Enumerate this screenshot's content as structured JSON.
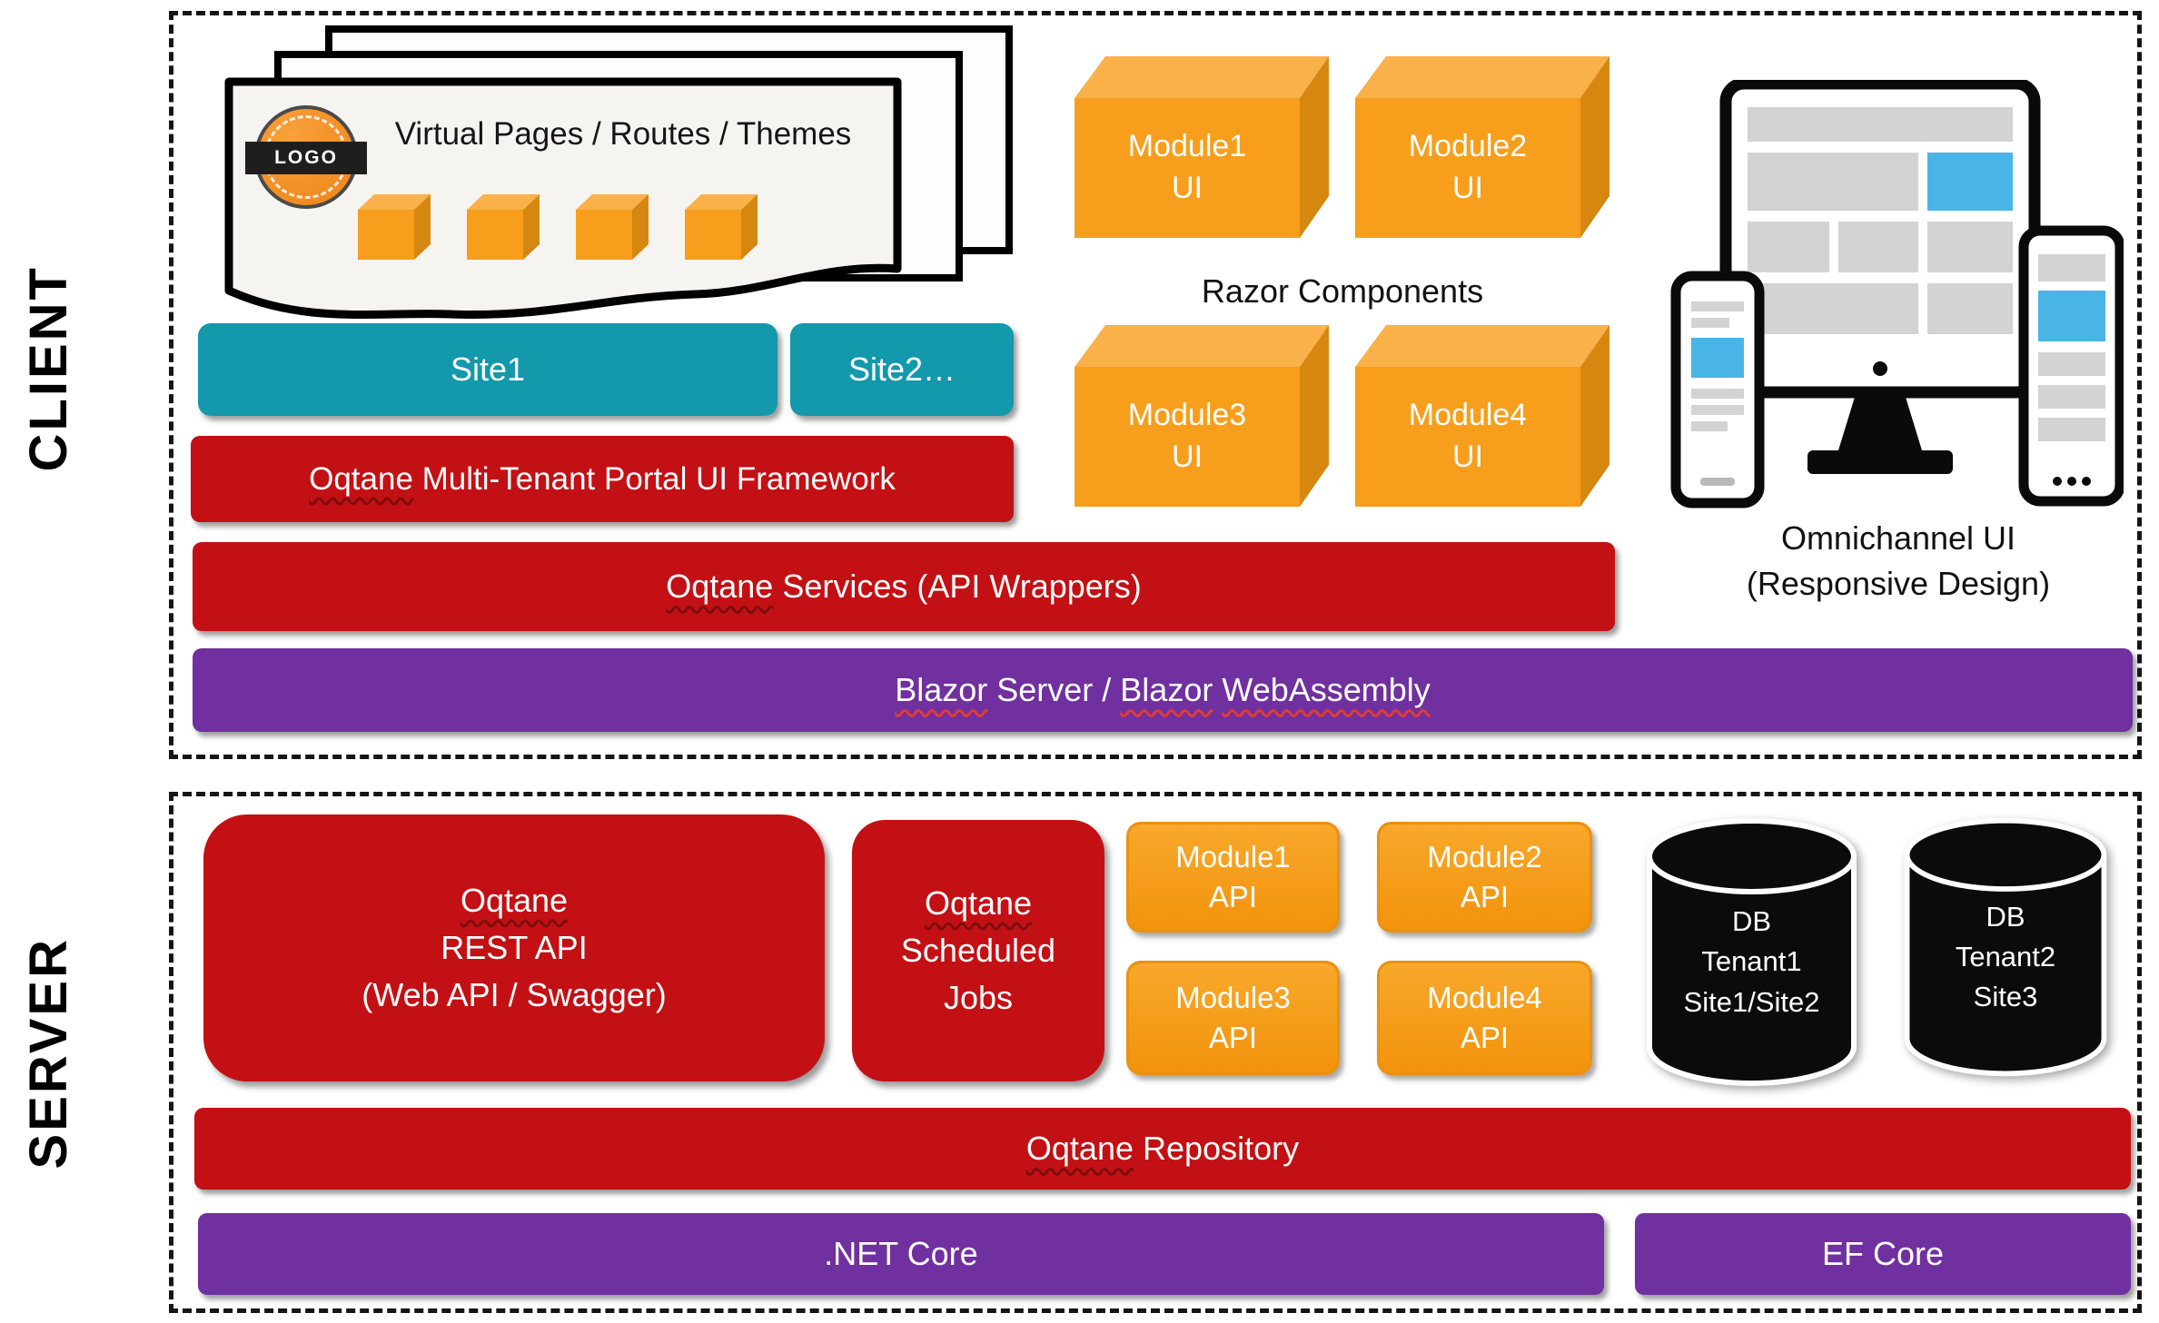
{
  "colors": {
    "red": "#C31014",
    "teal": "#1398AC",
    "purple": "#7030A0",
    "orange": "#F79E1C",
    "orange_top": "#FAB14A",
    "orange_side": "#D6870F",
    "db_black": "#0B0B0B",
    "screen_blue": "#49B5E7"
  },
  "client": {
    "section_label": "CLIENT",
    "pages": {
      "title": "Virtual Pages / Routes / Themes",
      "logo_text": "LOGO"
    },
    "site1_label": "Site1",
    "site2_label": "Site2…",
    "framework_bar": {
      "word1": "Oqtane",
      "rest": " Multi-Tenant Portal UI Framework"
    },
    "services_bar": {
      "word1": "Oqtane",
      "rest": " Services (API Wrappers)"
    },
    "blazor_bar": {
      "word1": "Blazor",
      "mid1": " Server / ",
      "word2": "Blazor",
      "mid2": " ",
      "word3": "WebAssembly"
    },
    "razor_label": "Razor Components",
    "module_ui": [
      {
        "name": "Module1",
        "kind": "UI"
      },
      {
        "name": "Module2",
        "kind": "UI"
      },
      {
        "name": "Module3",
        "kind": "UI"
      },
      {
        "name": "Module4",
        "kind": "UI"
      }
    ],
    "omnichannel": {
      "line1": "Omnichannel UI",
      "line2": "(Responsive Design)"
    }
  },
  "server": {
    "section_label": "SERVER",
    "rest_api": {
      "word1": "Oqtane",
      "line2": "REST API",
      "line3": "(Web API / Swagger)"
    },
    "scheduled_jobs": {
      "word1": "Oqtane",
      "line2": "Scheduled",
      "line3": "Jobs"
    },
    "module_api": [
      {
        "name": "Module1",
        "kind": "API"
      },
      {
        "name": "Module2",
        "kind": "API"
      },
      {
        "name": "Module3",
        "kind": "API"
      },
      {
        "name": "Module4",
        "kind": "API"
      }
    ],
    "db1": {
      "line1": "DB",
      "line2": "Tenant1",
      "line3": "Site1/Site2"
    },
    "db2": {
      "line1": "DB",
      "line2": "Tenant2",
      "line3": "Site3"
    },
    "repository_bar": {
      "word1": "Oqtane",
      "rest": " Repository"
    },
    "dotnet_label": ".NET Core",
    "efcore_label": "EF Core"
  }
}
